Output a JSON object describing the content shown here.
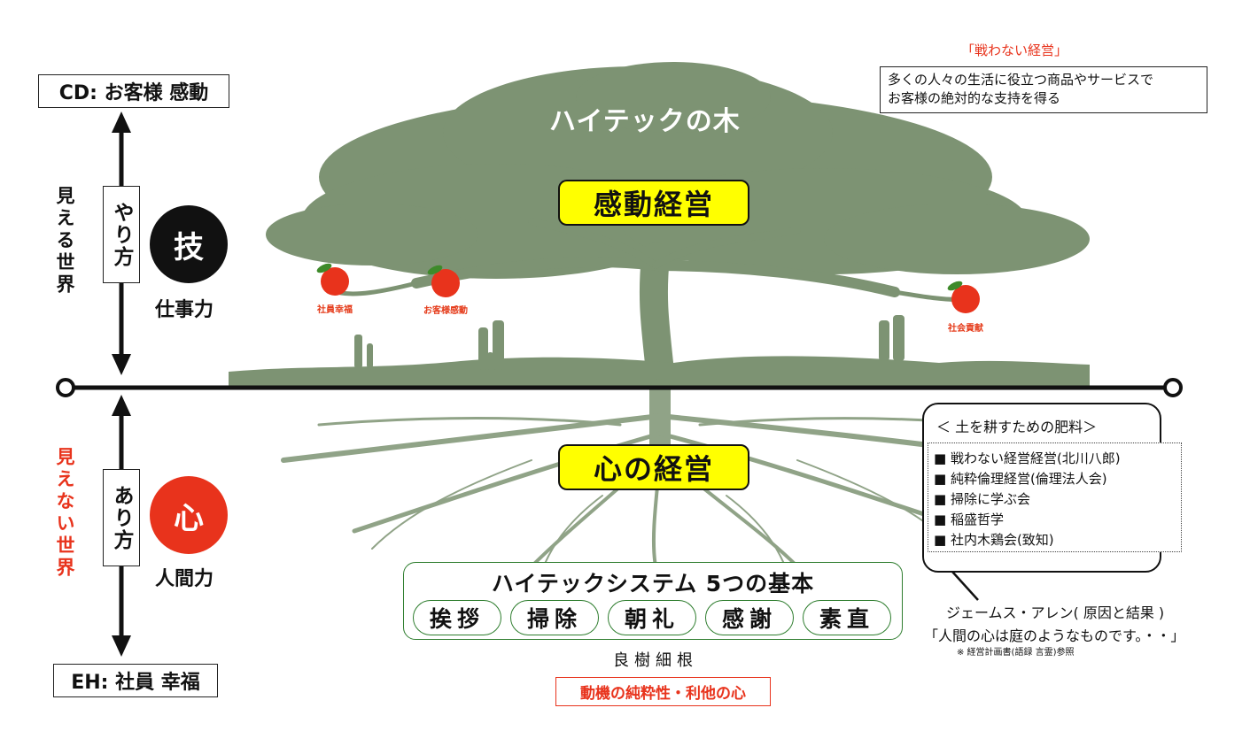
{
  "top_left_box": "CD: お客様 感動",
  "bottom_left_box": "EH: 社員 幸福",
  "visible_world": "見える世界",
  "invisible_world": "見えない世界",
  "yarikata": "やり方",
  "arikata": "あり方",
  "waza_circle": "技",
  "shigoto_ryoku": "仕事力",
  "kokoro_circle": "心",
  "ningen_ryoku": "人間力",
  "tree_title": "ハイテックの木",
  "kando_keiei": "感動経営",
  "kokoro_keiei": "心の経営",
  "apples": [
    "社員幸福",
    "お客様感動",
    "社会貢献"
  ],
  "red_title": "「戦わない経営」",
  "quote_box": [
    "多くの人々の生活に役立つ商品やサービスで",
    "お客様の絶対的な支持を得る"
  ],
  "fertilizer": {
    "title": "＜ 土を耕すための肥料＞",
    "items": [
      "■ 戦わない経営経営(北川八郎)",
      "■ 純粋倫理経営(倫理法人会)",
      "■ 掃除に学ぶ会",
      "■ 稲盛哲学",
      "■ 社内木鶏会(致知)"
    ]
  },
  "james_allen": "ジェームス・アレン( 原因と結果 )",
  "allen_quote": "「人間の心は庭のようなものです。・・」",
  "reference_note": "※ 経営計画書(語録 言霊)参照",
  "system": {
    "title": "ハイテックシステム 5つの基本",
    "basics": [
      "挨拶",
      "掃除",
      "朝礼",
      "感謝",
      "素直"
    ]
  },
  "ryoju_saikon": "良樹細根",
  "motive": "動機の純粋性・利他の心",
  "colors": {
    "tree": "#7d9373",
    "red": "#e8331c",
    "yellow": "#ffff00",
    "green_border": "#2e7d2e"
  }
}
